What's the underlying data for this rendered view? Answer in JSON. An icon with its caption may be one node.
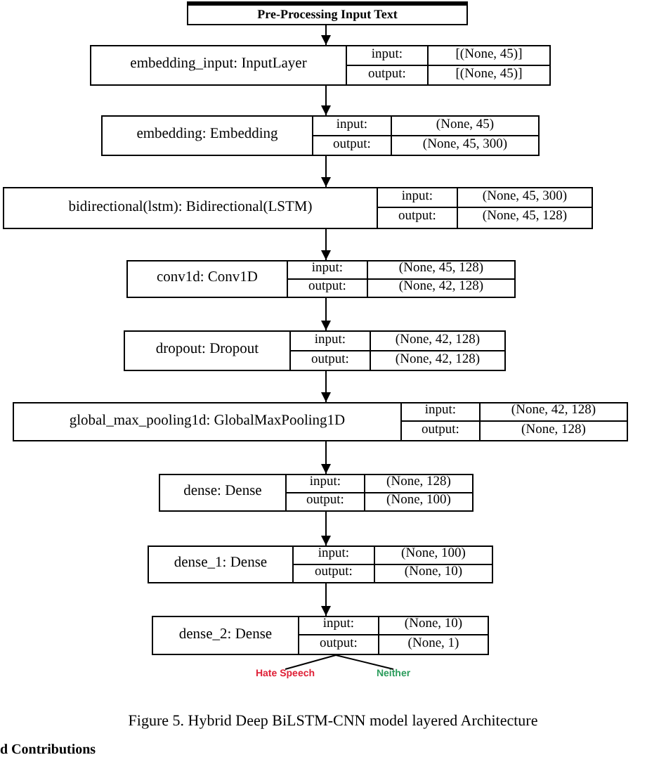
{
  "diagram": {
    "caption": "Figure 5. Hybrid Deep BiLSTM-CNN model layered Architecture",
    "nodes": [
      {
        "text": [
          "Pre-Processing Input Text"
        ]
      },
      {
        "text": [
          "embedding_input: InputLayer",
          "input:",
          "[(None, 45)]",
          "output:",
          "[(None, 45)]"
        ]
      },
      {
        "text": [
          "embedding: Embedding",
          "input:",
          "(None, 45)",
          "output:",
          "(None, 45, 300)"
        ]
      },
      {
        "text": [
          "bidirectional(lstm): Bidirectional(LSTM)",
          "input:",
          "(None, 45, 300)",
          "output:",
          "(None, 45, 128)"
        ]
      },
      {
        "text": [
          "conv1d: Conv1D",
          "input:",
          "(None, 45, 128)",
          "output:",
          "(None, 42, 128)"
        ]
      },
      {
        "text": [
          "dropout: Dropout",
          "input:",
          "(None, 42, 128)",
          "output:",
          "(None, 42, 128)"
        ]
      },
      {
        "text": [
          "global_max_pooling1d: GlobalMaxPooling1D",
          "input:",
          "(None, 42, 128)",
          "output:",
          "(None, 128)"
        ]
      },
      {
        "text": [
          "dense: Dense",
          "input:",
          "(None, 128)",
          "output:",
          "(None, 100)"
        ]
      },
      {
        "text": [
          "dense_1: Dense",
          "input:",
          "(None, 100)",
          "output:",
          "(None, 10)"
        ]
      },
      {
        "text": [
          "dense_2: Dense",
          "input:",
          "(None, 10)",
          "output:",
          "(None, 1)"
        ]
      },
      {
        "text": [
          "Hate Speech"
        ]
      },
      {
        "text": [
          "Neither"
        ]
      }
    ],
    "edges": [
      {
        "from": 0,
        "to": 1,
        "arrow": "to"
      },
      {
        "from": 1,
        "to": 2,
        "arrow": "to"
      },
      {
        "from": 2,
        "to": 3,
        "arrow": "to"
      },
      {
        "from": 3,
        "to": 4,
        "arrow": "to"
      },
      {
        "from": 4,
        "to": 5,
        "arrow": "to"
      },
      {
        "from": 5,
        "to": 6,
        "arrow": "to"
      },
      {
        "from": 6,
        "to": 7,
        "arrow": "to"
      },
      {
        "from": 7,
        "to": 8,
        "arrow": "to"
      },
      {
        "from": 8,
        "to": 9,
        "arrow": "to"
      },
      {
        "from": 9,
        "to": 10,
        "arrow": "none"
      },
      {
        "from": 9,
        "to": 11,
        "arrow": "none"
      }
    ],
    "labels": [
      "d Contributions"
    ]
  }
}
